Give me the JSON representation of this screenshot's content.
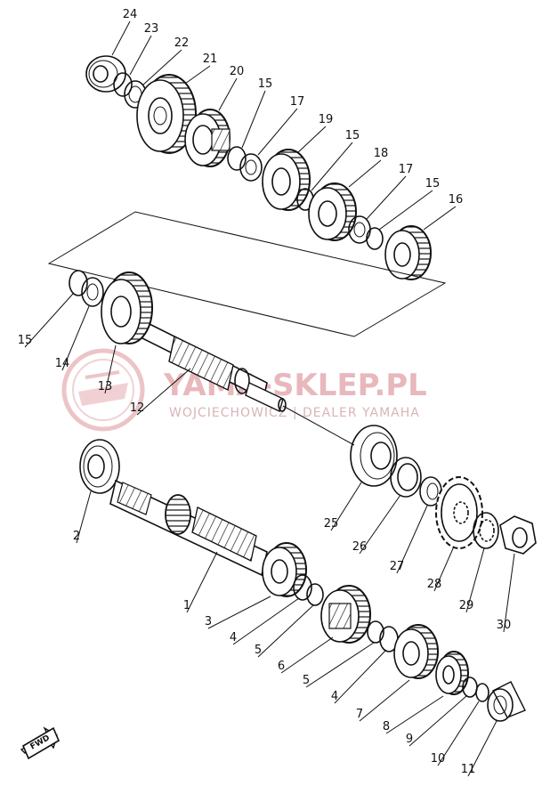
{
  "watermark": {
    "main": "YAMA-SKLEP.PL",
    "sub": "WOJCIECHOWICZ | DEALER YAMAHA",
    "color": "#e05a6a"
  },
  "badge": "FWD",
  "parts": [
    {
      "id": "p24",
      "num": "24",
      "icon": "bearing-icon"
    },
    {
      "id": "p23",
      "num": "23",
      "icon": "circlip-icon"
    },
    {
      "id": "p22",
      "num": "22",
      "icon": "washer-icon"
    },
    {
      "id": "p21",
      "num": "21",
      "icon": "gear-icon"
    },
    {
      "id": "p20",
      "num": "20",
      "icon": "gear-icon"
    },
    {
      "id": "p15a",
      "num": "15",
      "icon": "circlip-icon"
    },
    {
      "id": "p17a",
      "num": "17",
      "icon": "washer-icon"
    },
    {
      "id": "p19",
      "num": "19",
      "icon": "gear-icon"
    },
    {
      "id": "p15b",
      "num": "15",
      "icon": "circlip-icon"
    },
    {
      "id": "p18",
      "num": "18",
      "icon": "gear-icon"
    },
    {
      "id": "p17b",
      "num": "17",
      "icon": "washer-icon"
    },
    {
      "id": "p15c",
      "num": "15",
      "icon": "circlip-icon"
    },
    {
      "id": "p16",
      "num": "16",
      "icon": "gear-icon"
    },
    {
      "id": "p15d",
      "num": "15",
      "icon": "circlip-icon"
    },
    {
      "id": "p14",
      "num": "14",
      "icon": "washer-icon"
    },
    {
      "id": "p13",
      "num": "13",
      "icon": "gear-icon"
    },
    {
      "id": "p12",
      "num": "12",
      "icon": "shaft-icon"
    },
    {
      "id": "p2",
      "num": "2",
      "icon": "bearing-icon"
    },
    {
      "id": "p1",
      "num": "1",
      "icon": "shaft-icon"
    },
    {
      "id": "p3",
      "num": "3",
      "icon": "gear-icon"
    },
    {
      "id": "p4a",
      "num": "4",
      "icon": "washer-icon"
    },
    {
      "id": "p5a",
      "num": "5",
      "icon": "circlip-icon"
    },
    {
      "id": "p6",
      "num": "6",
      "icon": "gear-icon"
    },
    {
      "id": "p5b",
      "num": "5",
      "icon": "circlip-icon"
    },
    {
      "id": "p4b",
      "num": "4",
      "icon": "washer-icon"
    },
    {
      "id": "p7",
      "num": "7",
      "icon": "gear-icon"
    },
    {
      "id": "p8",
      "num": "8",
      "icon": "gear-icon"
    },
    {
      "id": "p9",
      "num": "9",
      "icon": "washer-icon"
    },
    {
      "id": "p10",
      "num": "10",
      "icon": "circlip-icon"
    },
    {
      "id": "p11",
      "num": "11",
      "icon": "bearing-icon"
    },
    {
      "id": "p25",
      "num": "25",
      "icon": "bearing-icon"
    },
    {
      "id": "p26",
      "num": "26",
      "icon": "oil-seal-icon"
    },
    {
      "id": "p27",
      "num": "27",
      "icon": "collar-icon"
    },
    {
      "id": "p28",
      "num": "28",
      "icon": "sprocket-icon"
    },
    {
      "id": "p29",
      "num": "29",
      "icon": "lock-washer-icon"
    },
    {
      "id": "p30",
      "num": "30",
      "icon": "nut-icon"
    }
  ]
}
